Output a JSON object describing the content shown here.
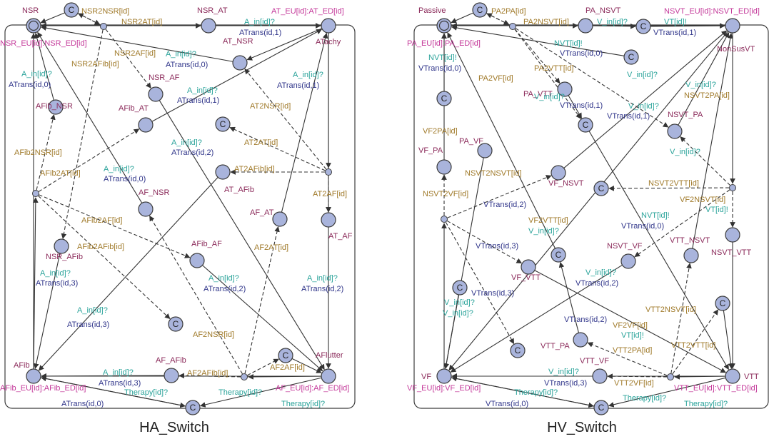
{
  "colors": {
    "location_name": "#8b2a5a",
    "invariant": "#c4399a",
    "sync": "#2aa39a",
    "update": "#30358a",
    "guard": "#a07a2a",
    "node_fill": "#a9b4dc",
    "edge": "#333333"
  },
  "diagrams": [
    {
      "caption": "HA_Switch",
      "nodes": [
        {
          "id": "NSR",
          "kind": "initial",
          "name": "NSR"
        },
        {
          "id": "C_top",
          "kind": "committed",
          "name": ""
        },
        {
          "id": "NSR_AT",
          "kind": "normal",
          "name": "NSR_AT"
        },
        {
          "id": "ATachy",
          "kind": "normal",
          "name": "ATachy"
        },
        {
          "id": "AT_NSR",
          "kind": "normal",
          "name": "AT_NSR"
        },
        {
          "id": "AFib_NSR",
          "kind": "plain",
          "name": "AFib_NSR"
        },
        {
          "id": "NSR_AF",
          "kind": "normal",
          "name": "NSR_AF"
        },
        {
          "id": "AFib_AT",
          "kind": "normal",
          "name": "AFib_AT"
        },
        {
          "id": "C_mid",
          "kind": "committed",
          "name": ""
        },
        {
          "id": "AT_AFib",
          "kind": "normal",
          "name": "AT_AFib"
        },
        {
          "id": "AF_NSR",
          "kind": "normal",
          "name": "AF_NSR"
        },
        {
          "id": "AF_AT",
          "kind": "normal",
          "name": "AF_AT"
        },
        {
          "id": "AT_AF",
          "kind": "normal",
          "name": "AT_AF"
        },
        {
          "id": "NSR_AFib",
          "kind": "normal",
          "name": "NSR_AFib"
        },
        {
          "id": "AFib_AF",
          "kind": "normal",
          "name": "AFib_AF"
        },
        {
          "id": "C_low",
          "kind": "committed",
          "name": ""
        },
        {
          "id": "AFib",
          "kind": "normal",
          "name": "AFib"
        },
        {
          "id": "AF_AFib",
          "kind": "normal",
          "name": "AF_AFib"
        },
        {
          "id": "C_af",
          "kind": "committed",
          "name": ""
        },
        {
          "id": "AFlutter",
          "kind": "normal",
          "name": "AFlutter"
        },
        {
          "id": "C_bot",
          "kind": "committed",
          "name": ""
        }
      ],
      "labels": [
        {
          "text": "NSR2NSR[id]",
          "role": "guard"
        },
        {
          "text": "NSR2AT[id]",
          "role": "guard"
        },
        {
          "text": "A_in[id]?",
          "role": "sync"
        },
        {
          "text": "AT_EU[id]:AT_ED[id]",
          "role": "invariant"
        },
        {
          "text": "ATrans(id,1)",
          "role": "update"
        },
        {
          "text": "NSR_EU[id]:NSR_ED[id]",
          "role": "invariant"
        },
        {
          "text": "A_in[id]?",
          "role": "sync"
        },
        {
          "text": "ATrans(id,0)",
          "role": "update"
        },
        {
          "text": "NSR2AF[id]",
          "role": "guard"
        },
        {
          "text": "NSR2AFib[id]",
          "role": "guard"
        },
        {
          "text": "A_in[id]?",
          "role": "sync"
        },
        {
          "text": "ATrans(id,0)",
          "role": "update"
        },
        {
          "text": "A_in[id]?",
          "role": "sync"
        },
        {
          "text": "ATrans(id,1)",
          "role": "update"
        },
        {
          "text": "A_in[id]?",
          "role": "sync"
        },
        {
          "text": "ATrans(id,1)",
          "role": "update"
        },
        {
          "text": "AT2NSR[id]",
          "role": "guard"
        },
        {
          "text": "AT2AT[id]",
          "role": "guard"
        },
        {
          "text": "AFib2NSR[id]",
          "role": "guard"
        },
        {
          "text": "A_in[id]?",
          "role": "sync"
        },
        {
          "text": "ATrans(id,2)",
          "role": "update"
        },
        {
          "text": "AFib2AT[id]",
          "role": "guard"
        },
        {
          "text": "A_in[id]?",
          "role": "sync"
        },
        {
          "text": "ATrans(id,0)",
          "role": "update"
        },
        {
          "text": "AT2AFib[id]",
          "role": "guard"
        },
        {
          "text": "AT2AF[id]",
          "role": "guard"
        },
        {
          "text": "AFib2AF[id]",
          "role": "guard"
        },
        {
          "text": "AFib2AFib[id]",
          "role": "guard"
        },
        {
          "text": "AF2AT[id]",
          "role": "guard"
        },
        {
          "text": "A_in[id]?",
          "role": "sync"
        },
        {
          "text": "ATrans(id,3)",
          "role": "update"
        },
        {
          "text": "A_in[id]?",
          "role": "sync"
        },
        {
          "text": "ATrans(id,2)",
          "role": "update"
        },
        {
          "text": "A_in[id]?",
          "role": "sync"
        },
        {
          "text": "ATrans(id,2)",
          "role": "update"
        },
        {
          "text": "A_in[id]?",
          "role": "sync"
        },
        {
          "text": "ATrans(id,3)",
          "role": "update"
        },
        {
          "text": "AF2NSR[id]",
          "role": "guard"
        },
        {
          "text": "AF2AF[id]",
          "role": "guard"
        },
        {
          "text": "AF2AFib[id]",
          "role": "guard"
        },
        {
          "text": "A_in[id]?",
          "role": "sync"
        },
        {
          "text": "ATrans(id,3)",
          "role": "update"
        },
        {
          "text": "AFib_EU[id]:AFib_ED[id]",
          "role": "invariant"
        },
        {
          "text": "AF_EU[id]:AF_ED[id]",
          "role": "invariant"
        },
        {
          "text": "Therapy[id]?",
          "role": "sync"
        },
        {
          "text": "Therapy[id]?",
          "role": "sync"
        },
        {
          "text": "Therapy[id]?",
          "role": "sync"
        },
        {
          "text": "ATrans(id,0)",
          "role": "update"
        }
      ]
    },
    {
      "caption": "HV_Switch",
      "nodes": [
        {
          "id": "Passive",
          "kind": "initial",
          "name": "Passive"
        },
        {
          "id": "C_top",
          "kind": "committed",
          "name": ""
        },
        {
          "id": "PA_NSVT",
          "kind": "normal",
          "name": "PA_NSVT"
        },
        {
          "id": "C_pn",
          "kind": "committed",
          "name": ""
        },
        {
          "id": "NonSusVT",
          "kind": "normal",
          "name": "NonSusVT"
        },
        {
          "id": "C_r",
          "kind": "committed",
          "name": ""
        },
        {
          "id": "PA_VTT",
          "kind": "normal",
          "name": "PA_VTT"
        },
        {
          "id": "C_l",
          "kind": "committed",
          "name": ""
        },
        {
          "id": "C_pv",
          "kind": "committed",
          "name": ""
        },
        {
          "id": "NSVT_PA",
          "kind": "normal",
          "name": "NSVT_PA"
        },
        {
          "id": "PA_VF",
          "kind": "normal",
          "name": "PA_VF"
        },
        {
          "id": "VF_PA",
          "kind": "normal",
          "name": "VF_PA"
        },
        {
          "id": "VF_NSVT",
          "kind": "normal",
          "name": "VF_NSVT"
        },
        {
          "id": "C_ns",
          "kind": "committed",
          "name": ""
        },
        {
          "id": "NSVT_VTT",
          "kind": "normal",
          "name": "NSVT_VTT"
        },
        {
          "id": "C_mid",
          "kind": "committed",
          "name": ""
        },
        {
          "id": "NSVT_VF",
          "kind": "normal",
          "name": "NSVT_VF"
        },
        {
          "id": "VTT_NSVT",
          "kind": "normal",
          "name": "VTT_NSVT"
        },
        {
          "id": "VF_VTT",
          "kind": "normal",
          "name": "VF_VTT"
        },
        {
          "id": "C_vl",
          "kind": "committed",
          "name": ""
        },
        {
          "id": "C_vr",
          "kind": "committed",
          "name": ""
        },
        {
          "id": "VTT_PA",
          "kind": "normal",
          "name": "VTT_PA"
        },
        {
          "id": "C_vb",
          "kind": "committed",
          "name": ""
        },
        {
          "id": "VTT_VF",
          "kind": "normal",
          "name": "VTT_VF"
        },
        {
          "id": "VF",
          "kind": "normal",
          "name": "VF"
        },
        {
          "id": "VTT",
          "kind": "normal",
          "name": "VTT"
        },
        {
          "id": "C_bot",
          "kind": "committed",
          "name": ""
        }
      ],
      "labels": [
        {
          "text": "PA2PA[id]",
          "role": "guard"
        },
        {
          "text": "PA2NSVT[id]",
          "role": "guard"
        },
        {
          "text": "V_in[id]?",
          "role": "sync"
        },
        {
          "text": "VT[id]!",
          "role": "sync"
        },
        {
          "text": "NSVT_EU[id]:NSVT_ED[id]",
          "role": "invariant"
        },
        {
          "text": "VTrans(id,1)",
          "role": "update"
        },
        {
          "text": "PA_EU[id]:PA_ED[id]",
          "role": "invariant"
        },
        {
          "text": "NVT[id]!",
          "role": "sync"
        },
        {
          "text": "VTrans(id,0)",
          "role": "update"
        },
        {
          "text": "NVT[id]!",
          "role": "sync"
        },
        {
          "text": "VTrans(id,0)",
          "role": "update"
        },
        {
          "text": "PA2VF[id]",
          "role": "guard"
        },
        {
          "text": "PA2VTT[id]",
          "role": "guard"
        },
        {
          "text": "V_in[id]?",
          "role": "sync"
        },
        {
          "text": "VTrans(id,1)",
          "role": "update"
        },
        {
          "text": "V_in[id]?",
          "role": "sync"
        },
        {
          "text": "V_in[id]?",
          "role": "sync"
        },
        {
          "text": "VTrans(id,1)",
          "role": "update"
        },
        {
          "text": "V_in[id]?",
          "role": "sync"
        },
        {
          "text": "NSVT2PA[id]",
          "role": "guard"
        },
        {
          "text": "V_in[id]?",
          "role": "sync"
        },
        {
          "text": "VF2PA[id]",
          "role": "guard"
        },
        {
          "text": "NSVT2NSVT[id]",
          "role": "guard"
        },
        {
          "text": "NSVT2VF[id]",
          "role": "guard"
        },
        {
          "text": "NSVT2VTT[id]",
          "role": "guard"
        },
        {
          "text": "VF2NSVT[id]",
          "role": "guard"
        },
        {
          "text": "VT[id]!",
          "role": "sync"
        },
        {
          "text": "VTrans(id,2)",
          "role": "update"
        },
        {
          "text": "NVT[id]!",
          "role": "sync"
        },
        {
          "text": "VTrans(id,0)",
          "role": "update"
        },
        {
          "text": "VF2VTT[id]",
          "role": "guard"
        },
        {
          "text": "V_in[id]?",
          "role": "sync"
        },
        {
          "text": "VTrans(id,3)",
          "role": "update"
        },
        {
          "text": "V_in[id]?",
          "role": "sync"
        },
        {
          "text": "VTrans(id,2)",
          "role": "update"
        },
        {
          "text": "VF2VF[id]",
          "role": "guard"
        },
        {
          "text": "VT[id]!",
          "role": "sync"
        },
        {
          "text": "VTrans(id,3)",
          "role": "update"
        },
        {
          "text": "V_in[id]?",
          "role": "sync"
        },
        {
          "text": "V_in[id]?",
          "role": "sync"
        },
        {
          "text": "VTrans(id,2)",
          "role": "update"
        },
        {
          "text": "VTT2NSVT[id]",
          "role": "guard"
        },
        {
          "text": "VTT2PA[id]",
          "role": "guard"
        },
        {
          "text": "VTT2VTT[id]",
          "role": "guard"
        },
        {
          "text": "V_in[id]?",
          "role": "sync"
        },
        {
          "text": "VTrans(id,3)",
          "role": "update"
        },
        {
          "text": "VTT2VF[id]",
          "role": "guard"
        },
        {
          "text": "VF_EU[id]:VF_ED[id]",
          "role": "invariant"
        },
        {
          "text": "VTT_EU[id]:VTT_ED[id]",
          "role": "invariant"
        },
        {
          "text": "Therapy[id]?",
          "role": "sync"
        },
        {
          "text": "Therapy[id]?",
          "role": "sync"
        },
        {
          "text": "Therapy[id]?",
          "role": "sync"
        },
        {
          "text": "VTrans(id,0)",
          "role": "update"
        }
      ]
    }
  ]
}
